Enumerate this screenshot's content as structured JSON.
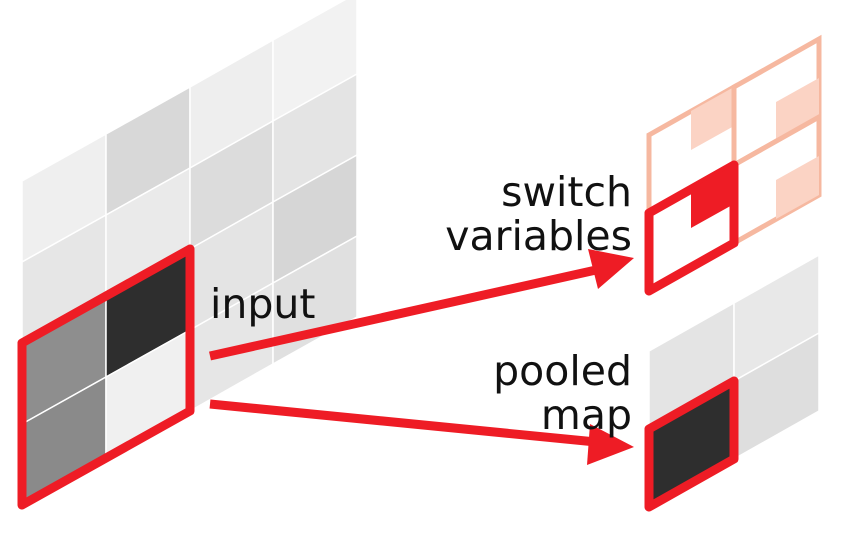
{
  "labels": {
    "input": "input",
    "switch_variables": [
      "switch",
      "variables"
    ],
    "pooled_map": [
      "pooled",
      "map"
    ]
  },
  "colors": {
    "highlight": "#ee1c25",
    "switch_fill": "#fbd3c4",
    "switch_stroke": "#f6b8a0",
    "dark_cell": "#2e2e2e"
  }
}
